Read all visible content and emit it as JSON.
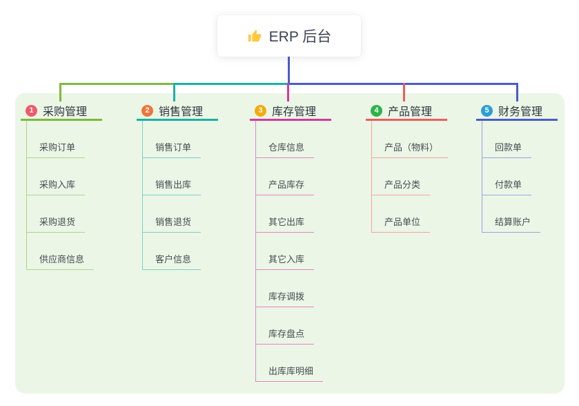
{
  "root": {
    "title": "ERP 后台",
    "icon": "thumbs-up-icon"
  },
  "branches": [
    {
      "badge": "1",
      "label": "采购管理",
      "color": "#7CBA3F",
      "child_line_color": "#ABD687",
      "badge_color": "#F2596B",
      "children": [
        "采购订单",
        "采购入库",
        "采购退货",
        "供应商信息"
      ]
    },
    {
      "badge": "2",
      "label": "销售管理",
      "color": "#17B3A3",
      "child_line_color": "#7BD0C6",
      "badge_color": "#F1743C",
      "children": [
        "销售订单",
        "销售出库",
        "销售退货",
        "客户信息"
      ]
    },
    {
      "badge": "3",
      "label": "库存管理",
      "color": "#D23A9D",
      "child_line_color": "#E583C4",
      "badge_color": "#F6AB0C",
      "children": [
        "仓库信息",
        "产品库存",
        "其它出库",
        "其它入库",
        "库存调拨",
        "库存盘点",
        "出库库明细"
      ]
    },
    {
      "badge": "4",
      "label": "产品管理",
      "color": "#F15A5D",
      "child_line_color": "#F7A1A3",
      "badge_color": "#2FB34C",
      "children": [
        "产品（物料）",
        "产品分类",
        "产品单位"
      ]
    },
    {
      "badge": "5",
      "label": "财务管理",
      "color": "#4A5BCB",
      "child_line_color": "#97A3E3",
      "badge_color": "#2A9ED9",
      "children": [
        "回款单",
        "付款单",
        "结算账户"
      ]
    }
  ],
  "colors": {
    "canvas_bg": "#FFFFFF",
    "panel_bg": "#EBF6E6",
    "root_line": "#4A5BCB",
    "root_text": "#3D4356",
    "thumb": "#FFC83D"
  }
}
